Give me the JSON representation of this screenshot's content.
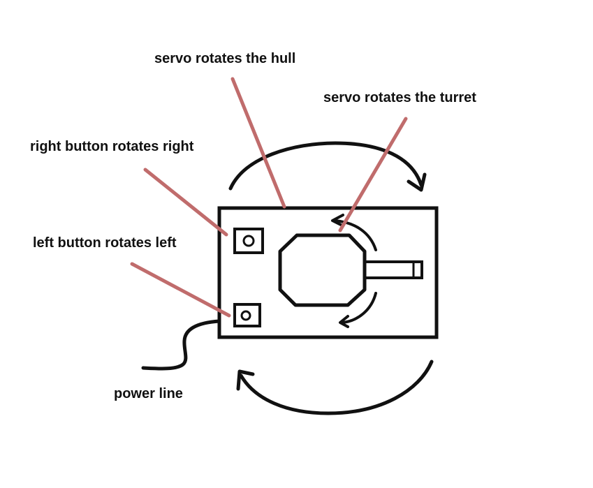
{
  "labels": {
    "hull_servo": "servo rotates the hull",
    "turret_servo": "servo rotates the turret",
    "right_button": "right button rotates right",
    "left_button": "left button rotates left",
    "power_line": "power line"
  },
  "colors": {
    "stroke": "#111111",
    "pointer": "#c06c6c",
    "background": "#ffffff"
  }
}
